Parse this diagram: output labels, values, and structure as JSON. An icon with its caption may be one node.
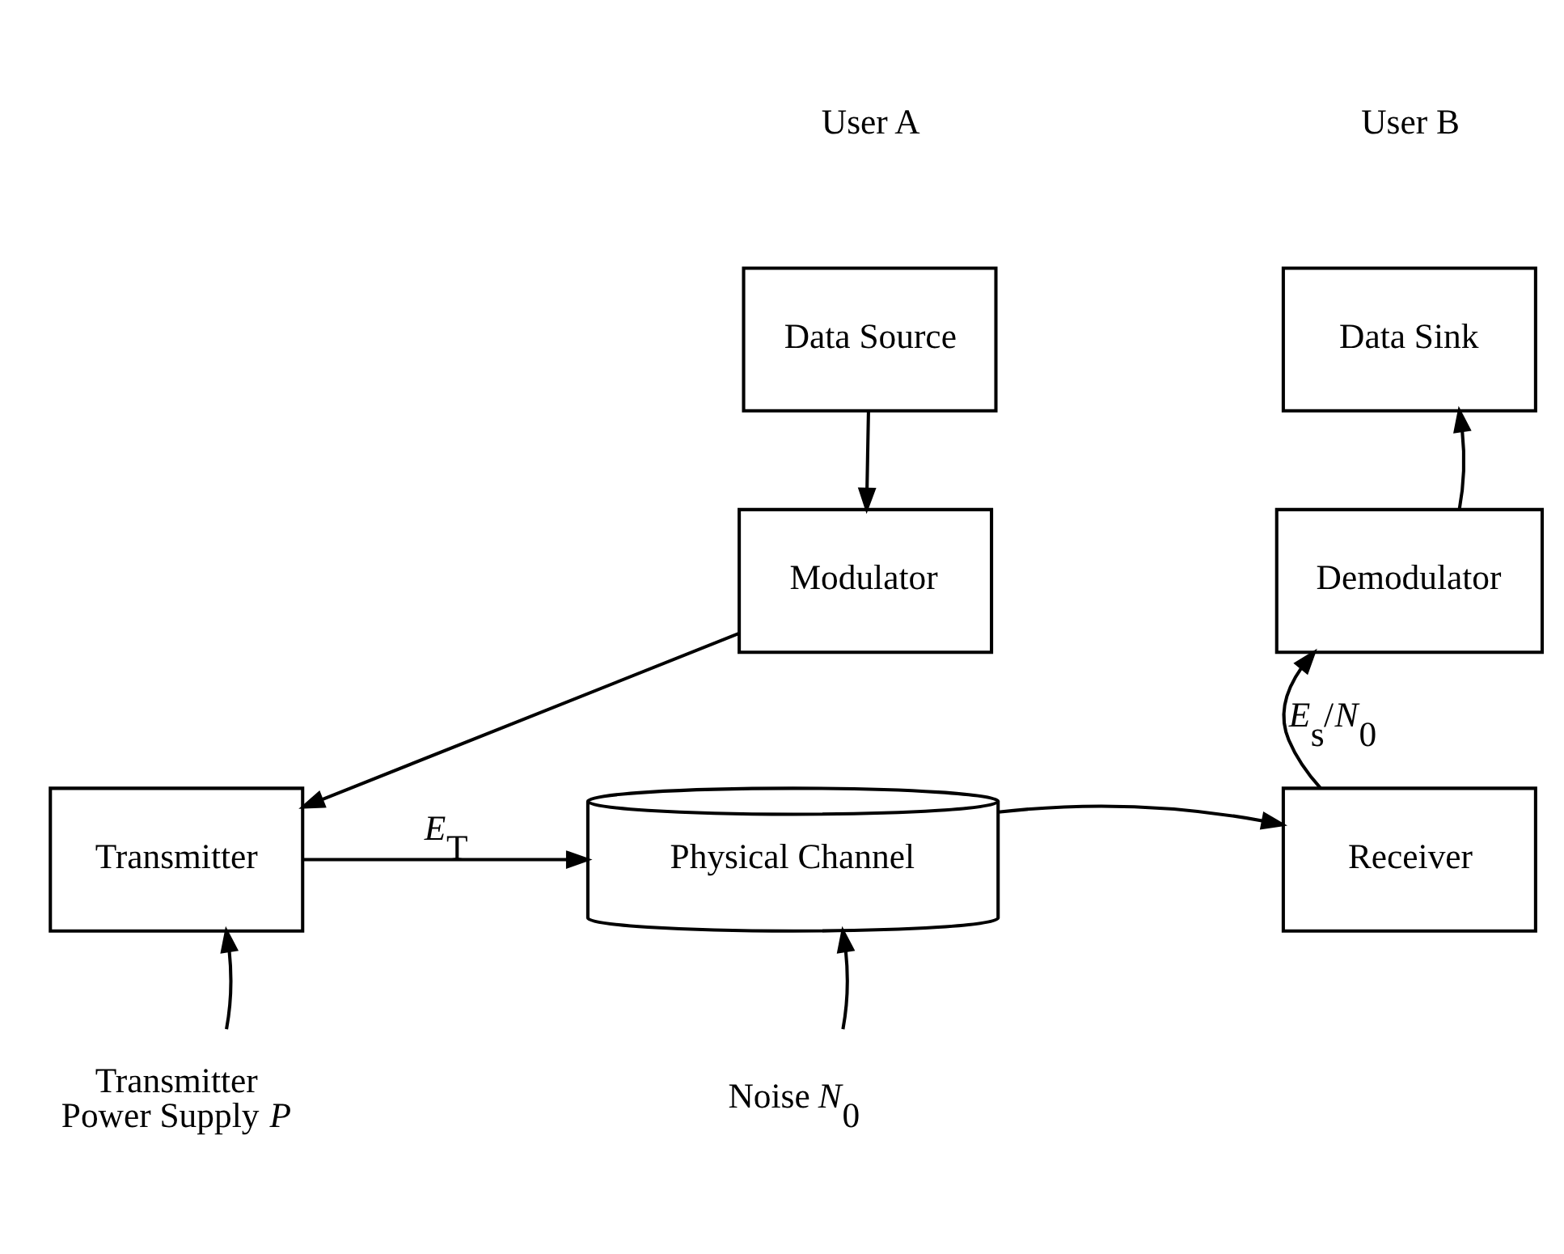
{
  "diagram": {
    "nodes": [
      {
        "text": [
          "Data Source"
        ]
      },
      {
        "text": [
          "Modulator"
        ]
      },
      {
        "text": [
          "Transmitter"
        ]
      },
      {
        "text": [
          "Physical Channel"
        ]
      },
      {
        "text": [
          "Receiver"
        ]
      },
      {
        "text": [
          "Demodulator"
        ]
      },
      {
        "text": [
          "Data Sink"
        ]
      },
      {
        "text": [
          "Transmitter Power Supply *P*"
        ]
      },
      {
        "text": [
          "Noise *N*$_{0}$"
        ]
      }
    ],
    "edges": [
      {
        "from": 0,
        "to": 1,
        "arrow": "to"
      },
      {
        "from": 1,
        "to": 2,
        "arrow": "to"
      },
      {
        "from": 2,
        "to": 3,
        "arrow": "to",
        "label": "*E*$_{T}$"
      },
      {
        "from": 3,
        "to": 4,
        "arrow": "to"
      },
      {
        "from": 4,
        "to": 5,
        "arrow": "to",
        "label": "*E*$_{s}$/*N*$_{0}$"
      },
      {
        "from": 5,
        "to": 6,
        "arrow": "to"
      },
      {
        "from": 7,
        "to": 2,
        "arrow": "to"
      },
      {
        "from": 8,
        "to": 3,
        "arrow": "to"
      }
    ],
    "labels": [
      "User A",
      "User B"
    ]
  }
}
